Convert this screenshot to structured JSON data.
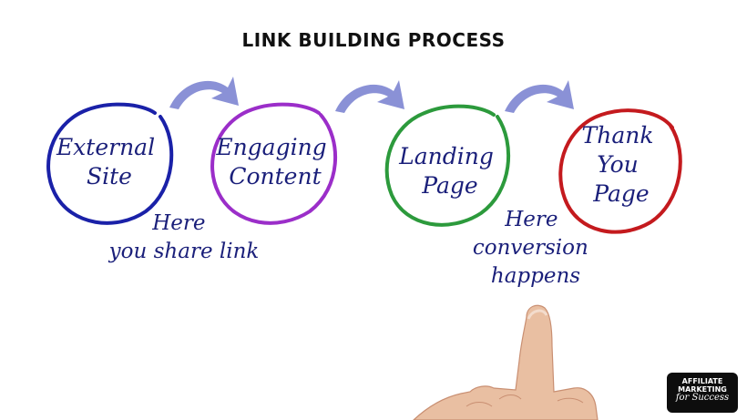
{
  "title": "LINK BUILDING PROCESS",
  "nodes": [
    {
      "lines": [
        "External",
        "Site"
      ],
      "color": "#1a21a8"
    },
    {
      "lines": [
        "Engaging",
        "Content"
      ],
      "color": "#9b2ec9"
    },
    {
      "lines": [
        "Landing",
        "Page"
      ],
      "color": "#2c9a3c"
    },
    {
      "lines": [
        "Thank",
        "You",
        "Page"
      ],
      "color": "#c41a1e"
    }
  ],
  "notes": [
    {
      "lines": [
        "Here",
        "you share link"
      ]
    },
    {
      "lines": [
        "Here",
        "conversion",
        "happens"
      ]
    }
  ],
  "arrow_color": "#8a91d6",
  "logo": {
    "line1": "AFFILIATE",
    "line2": "MARKETING",
    "line3": "for Success"
  }
}
